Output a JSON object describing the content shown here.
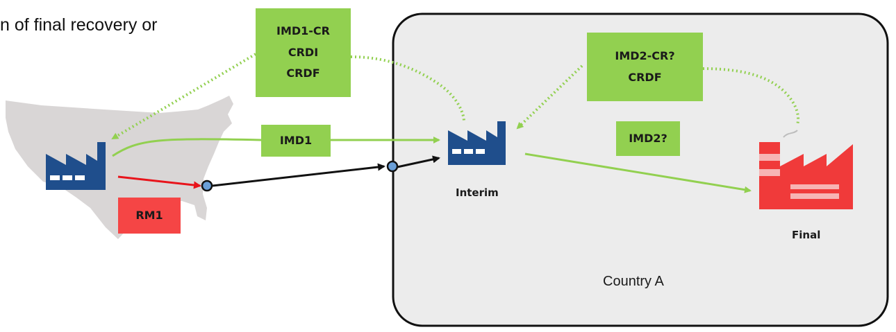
{
  "heading": {
    "text": "n of final recovery or"
  },
  "boxes": {
    "imd1_cr": [
      "IMD1-CR",
      "CRDI",
      "CRDF"
    ],
    "imd2_cr": [
      "IMD2-CR?",
      "CRDF"
    ],
    "imd1": "IMD1",
    "imd2": "IMD2?",
    "rm1": "RM1"
  },
  "labels": {
    "interim": "Interim",
    "final": "Final",
    "country": "Country A"
  },
  "colors": {
    "green_box": "#92d050",
    "green_arrow": "#92d050",
    "red_box": "#f54545",
    "red_arrow": "#e8141b",
    "factory_blue": "#1f4e8c",
    "factory_red": "#f03a3a",
    "country_fill": "#ececec",
    "map_fill": "#d9d6d6",
    "node_fill": "#6a9fd8"
  },
  "icons": {
    "origin_factory": "factory-icon",
    "interim_factory": "factory-icon",
    "final_factory": "factory-red-icon",
    "usa_map": "usa-map-icon"
  }
}
